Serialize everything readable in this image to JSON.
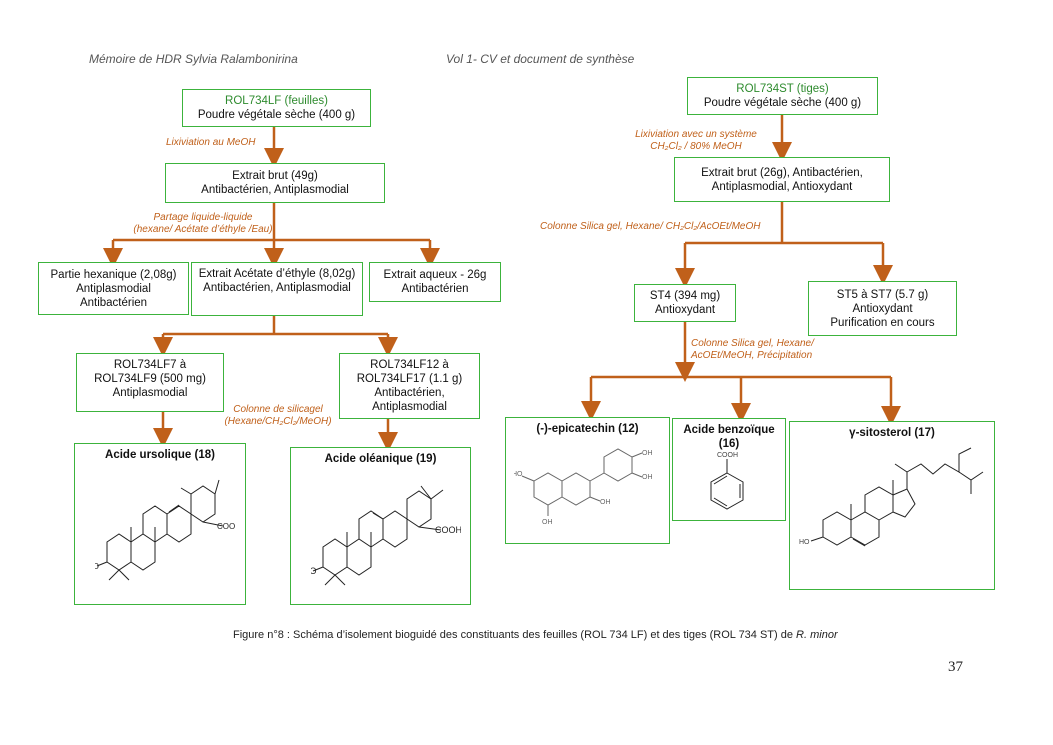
{
  "header": {
    "left": "Mémoire de HDR Sylvia Ralambonirina",
    "right": "Vol 1- CV et document de synthèse"
  },
  "colors": {
    "box_border": "#3cb33c",
    "arrow": "#c0601a",
    "accent_text": "#2e8b2e"
  },
  "leaves": {
    "root": {
      "code": "ROL734LF (feuilles)",
      "desc": "Poudre végétale sèche (400 g)"
    },
    "step1_label": "Lixiviation au MeOH",
    "crude": {
      "line1": "Extrait brut (49g)",
      "line2": "Antibactérien, Antiplasmodial"
    },
    "step2_label": {
      "line1": "Partage liquide-liquide",
      "line2": "(hexane/ Acétate d’éthyle /Eau)"
    },
    "hexane": {
      "line1": "Partie hexanique (2,08g)",
      "line2": "Antiplasmodial",
      "line3": "Antibactérien"
    },
    "ethyl": {
      "line1": "Extrait Acétate d’éthyle (8,02g)",
      "line2": "Antibactérien, Antiplasmodial"
    },
    "aqueous": {
      "line1": "Extrait aqueux - 26g",
      "line2": "Antibactérien"
    },
    "f7_9": {
      "line1": "ROL734LF7 à",
      "line2": "ROL734LF9 (500 mg)",
      "line3": "Antiplasmodial"
    },
    "f12_17": {
      "line1": "ROL734LF12 à",
      "line2": "ROL734LF17 (1.1 g)",
      "line3": "Antibactérien,",
      "line4": "Antiplasmodial"
    },
    "step3_label": {
      "line1": "Colonne de silicagel",
      "line2": "(Hexane/CH₂Cl₂/MeOH)"
    },
    "compound18": "Acide ursolique (18)",
    "compound19": "Acide oléanique (19)"
  },
  "stems": {
    "root": {
      "code": "ROL734ST (tiges)",
      "desc": "Poudre végétale sèche (400 g)"
    },
    "step1_label": {
      "line1": "Lixiviation avec un système",
      "line2": "CH₂Cl₂ / 80% MeOH"
    },
    "crude": {
      "line1": "Extrait brut (26g), Antibactérien,",
      "line2": "Antiplasmodial, Antioxydant"
    },
    "step2_label": "Colonne Silica gel, Hexane/ CH₂Cl₂/AcOEt/MeOH",
    "st4": {
      "line1": "ST4 (394 mg)",
      "line2": "Antioxydant"
    },
    "st5_7": {
      "line1": "ST5 à ST7 (5.7 g)",
      "line2": "Antioxydant",
      "line3": "Purification en cours"
    },
    "step3_label": {
      "line1": "Colonne Silica gel, Hexane/",
      "line2": "AcOEt/MeOH, Précipitation"
    },
    "compound12": "(-)-epicatechin (12)",
    "compound16": {
      "line1": "Acide benzoïque",
      "line2": "(16)"
    },
    "compound17": "γ-sitosterol (17)"
  },
  "caption": {
    "text": "Figure n°8 : Schéma d’isolement bioguidé des constituants des feuilles (ROL 734 LF) et des tiges (ROL 734 ST) de ",
    "species": "R. minor"
  },
  "page_number": "37"
}
